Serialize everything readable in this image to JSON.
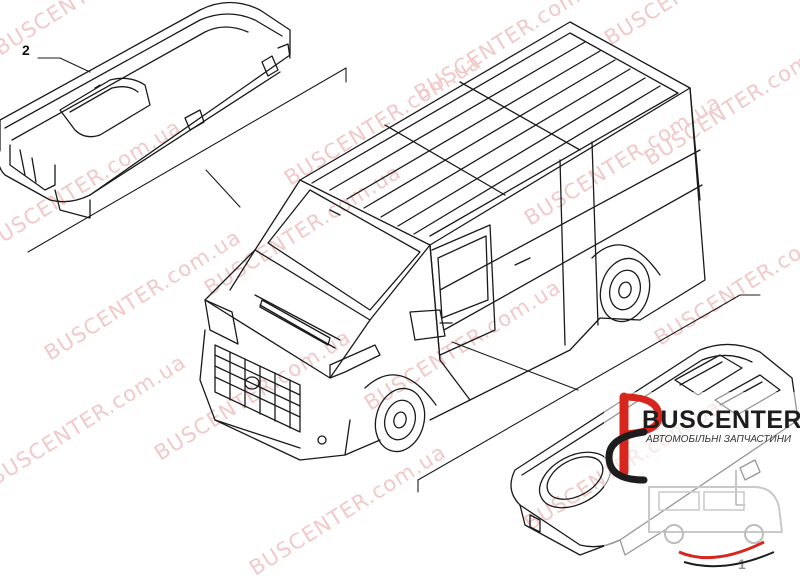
{
  "watermark": {
    "brand": "BUSCENTER",
    "domain": ".com.ua",
    "color": "#f2c9c9"
  },
  "callouts": {
    "part_1": "1",
    "part_2": "2"
  },
  "logo": {
    "brand": "BUSCENTER",
    "subtitle": "АВТОМОБІЛЬНІ ЗАПЧАСТИНИ",
    "accent_color": "#d7261e"
  },
  "icons": [
    "van-outline-icon",
    "window-switch-single-icon",
    "window-switch-double-icon",
    "buscenter-logo-icon"
  ]
}
